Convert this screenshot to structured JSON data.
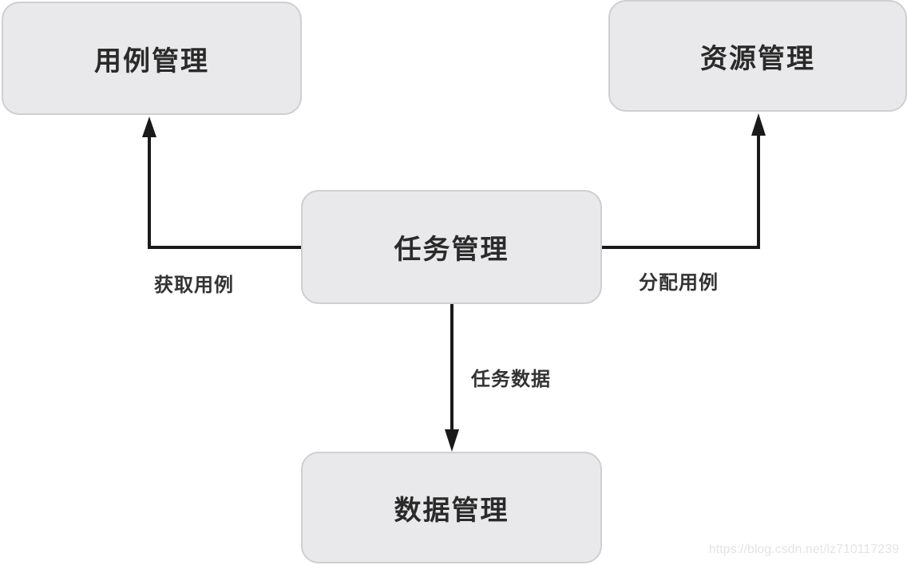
{
  "diagram": {
    "nodes": {
      "usecase": {
        "label": "用例管理"
      },
      "resource": {
        "label": "资源管理"
      },
      "task": {
        "label": "任务管理"
      },
      "data": {
        "label": "数据管理"
      }
    },
    "edges": {
      "get_usecase": {
        "label": "获取用例",
        "from": "任务管理",
        "to": "用例管理"
      },
      "assign_usecase": {
        "label": "分配用例",
        "from": "任务管理",
        "to": "资源管理"
      },
      "task_data": {
        "label": "任务数据",
        "from": "任务管理",
        "to": "数据管理"
      }
    },
    "colors": {
      "node_fill": "#e9e9eb",
      "node_border": "#cfcfd3",
      "arrow": "#1a1a1a"
    }
  },
  "watermark": "https://blog.csdn.net/lz710117239"
}
